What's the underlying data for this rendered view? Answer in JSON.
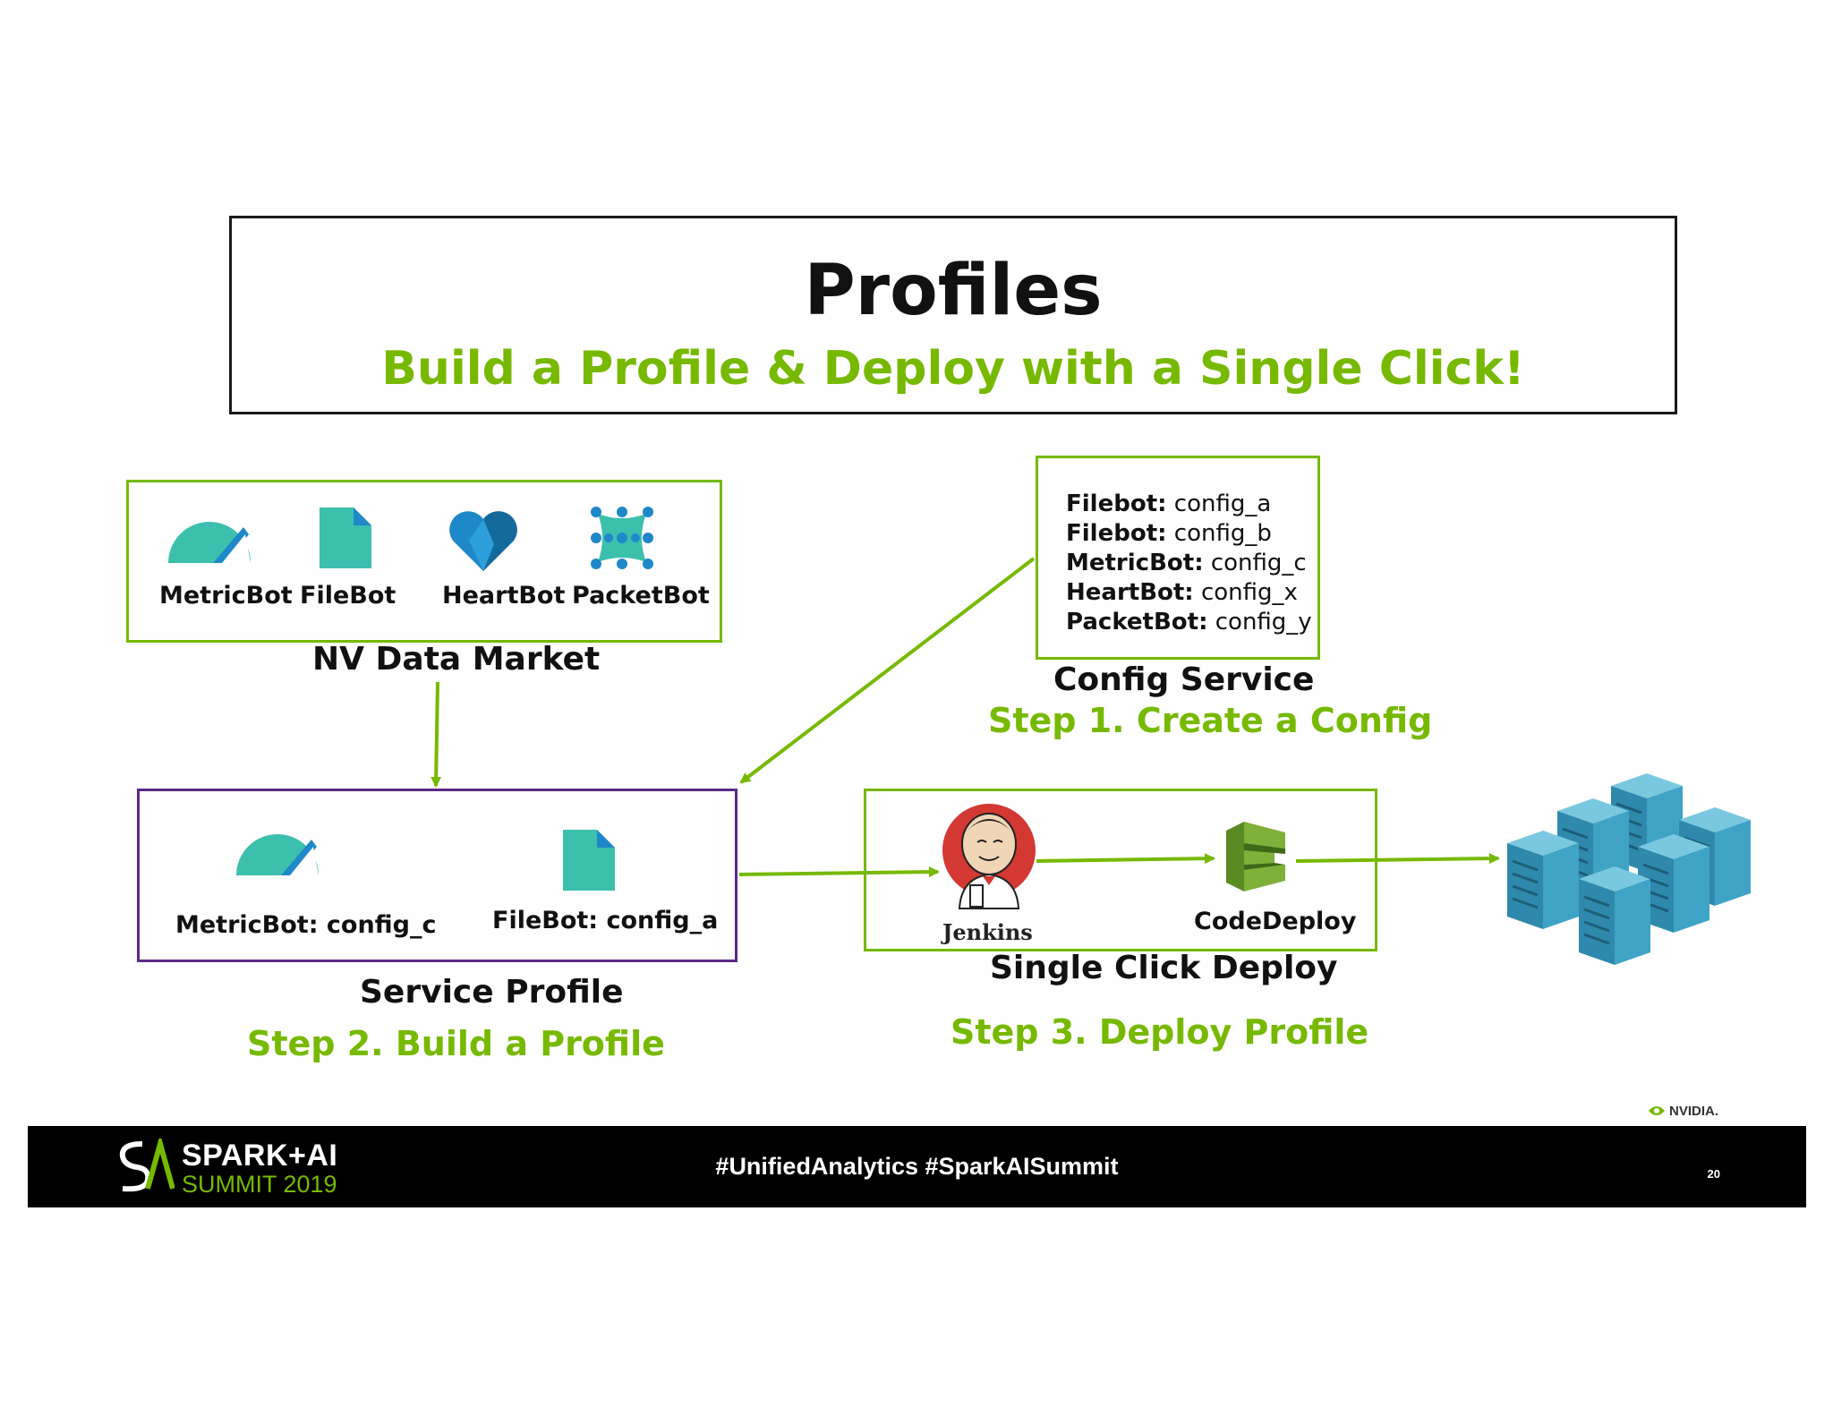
{
  "header": {
    "title": "Profiles",
    "subtitle": "Build a Profile & Deploy with a Single Click!"
  },
  "data_market": {
    "caption": "NV Data Market",
    "bots": [
      {
        "label": "MetricBot",
        "icon": "gauge-icon"
      },
      {
        "label": "FileBot",
        "icon": "file-icon"
      },
      {
        "label": "HeartBot",
        "icon": "heart-icon"
      },
      {
        "label": "PacketBot",
        "icon": "network-icon"
      }
    ]
  },
  "config_service": {
    "caption": "Config Service",
    "step": "Step 1. Create a Config",
    "entries": [
      {
        "bot": "Filebot:",
        "config": "config_a"
      },
      {
        "bot": "Filebot:",
        "config": "config_b"
      },
      {
        "bot": "MetricBot:",
        "config": "config_c"
      },
      {
        "bot": "HeartBot:",
        "config": "config_x"
      },
      {
        "bot": "PacketBot:",
        "config": "config_y"
      }
    ]
  },
  "service_profile": {
    "caption": "Service Profile",
    "step": "Step 2. Build a Profile",
    "items": [
      {
        "label": "MetricBot: config_c",
        "icon": "gauge-icon"
      },
      {
        "label": "FileBot: config_a",
        "icon": "file-icon"
      }
    ]
  },
  "deploy": {
    "caption": "Single Click Deploy",
    "step": "Step 3. Deploy Profile",
    "jenkins_label": "Jenkins",
    "codedeploy_label": "CodeDeploy"
  },
  "footer": {
    "hashtags": "#UnifiedAnalytics #SparkAISummit",
    "page_number": "20",
    "logo_line1": "SPARK+AI",
    "logo_line2": "SUMMIT 2019",
    "nvidia": "NVIDIA."
  },
  "colors": {
    "accent_green": "#76b900",
    "profile_border": "#5b2a86",
    "icon_teal": "#3dbfae",
    "icon_blue": "#1e88c8",
    "server_blue": "#3fa3c6"
  }
}
